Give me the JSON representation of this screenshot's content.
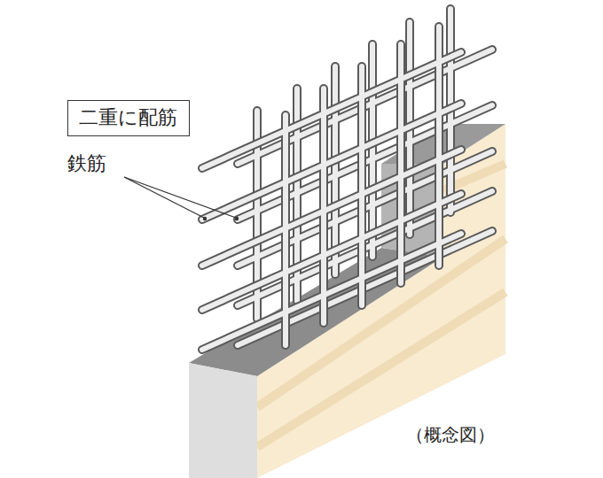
{
  "diagram": {
    "caption": "（概念図）",
    "nodes": [
      {
        "text": [
          "二重に配筋"
        ]
      }
    ],
    "labels": [
      "鉄筋"
    ]
  }
}
